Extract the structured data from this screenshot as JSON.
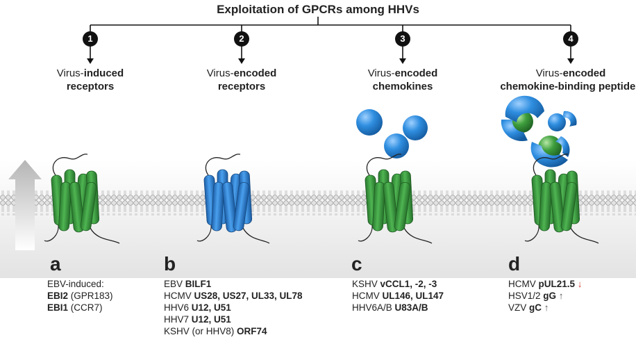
{
  "title": "Exploitation of GPCRs among HHVs",
  "colors": {
    "receptor_green": "#3b9a3f",
    "receptor_blue": "#2d86d6",
    "chemokine_blue": "#2a8ad8",
    "membrane_gray": "#bdbdbd",
    "red_arrow": "#d0312d"
  },
  "categories": [
    {
      "num": "1",
      "pre": "Virus-",
      "bold1": "induced",
      "line2": "receptors"
    },
    {
      "num": "2",
      "pre": "Virus-",
      "bold1": "encoded",
      "line2": "receptors"
    },
    {
      "num": "3",
      "pre": "Virus-",
      "bold1": "encoded",
      "line2": "chemokines"
    },
    {
      "num": "4",
      "pre": "Virus-",
      "bold1": "encoded",
      "line2": "chemokine-binding peptides"
    }
  ],
  "panels": {
    "a": {
      "letter": "a",
      "l1": "EBV-induced:",
      "l2b": "EBI2",
      "l2": " (GPR183)",
      "l3b": "EBI1",
      "l3": " (CCR7)"
    },
    "b": {
      "letter": "b",
      "r1p": "EBV ",
      "r1b": "BILF1",
      "r2p": "HCMV ",
      "r2b": "US28, US27, UL33, UL78",
      "r3p": "HHV6 ",
      "r3b": "U12, U51",
      "r4p": "HHV7 ",
      "r4b": "U12, U51",
      "r5p": "KSHV (or HHV8) ",
      "r5b": "ORF74"
    },
    "c": {
      "letter": "c",
      "r1p": "KSHV ",
      "r1b": "vCCL1, -2, -3",
      "r2p": "HCMV ",
      "r2b": "UL146, UL147",
      "r3p": "HHV6A/B ",
      "r3b": "U83A/B"
    },
    "d": {
      "letter": "d",
      "r1p": "HCMV ",
      "r1b": "pUL21.5",
      "r1a": "↓",
      "r2p": "HSV1/2 ",
      "r2b": "gG",
      "r2a": "↑",
      "r3p": "VZV ",
      "r3b": "gC",
      "r3a": "↑"
    }
  }
}
